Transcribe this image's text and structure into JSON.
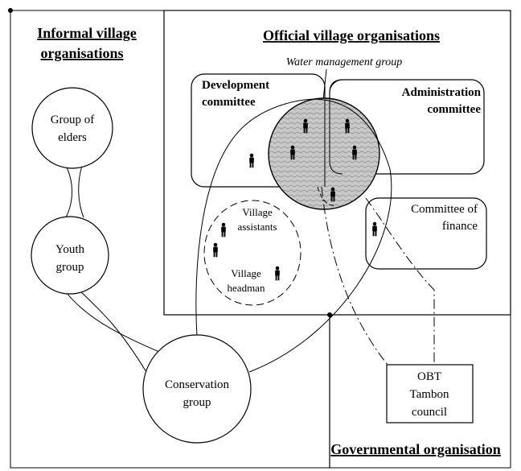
{
  "sections": {
    "informal_title_1": "Informal village",
    "informal_title_2": "organisations",
    "official_title": "Official village organisations",
    "governmental_title": "Governmental organisation"
  },
  "groups": {
    "water_management": "Water management group",
    "development_1": "Development",
    "development_2": "committee",
    "administration_1": "Administration",
    "administration_2": "committee",
    "finance_1": "Committee of",
    "finance_2": "finance",
    "elders_1": "Group of",
    "elders_2": "elders",
    "youth_1": "Youth",
    "youth_2": "group",
    "conservation_1": "Conservation",
    "conservation_2": "group",
    "assistants_1": "Village",
    "assistants_2": "assistants",
    "headman_1": "Village",
    "headman_2": "headman",
    "obt_1": "OBT",
    "obt_2": "Tambon",
    "obt_3": "council"
  },
  "icons": {
    "person": "person-icon",
    "dot": "junction-dot-icon"
  },
  "colors": {
    "line": "#000000",
    "overlap_fill": "#c8c8c8",
    "background": "#ffffff"
  }
}
